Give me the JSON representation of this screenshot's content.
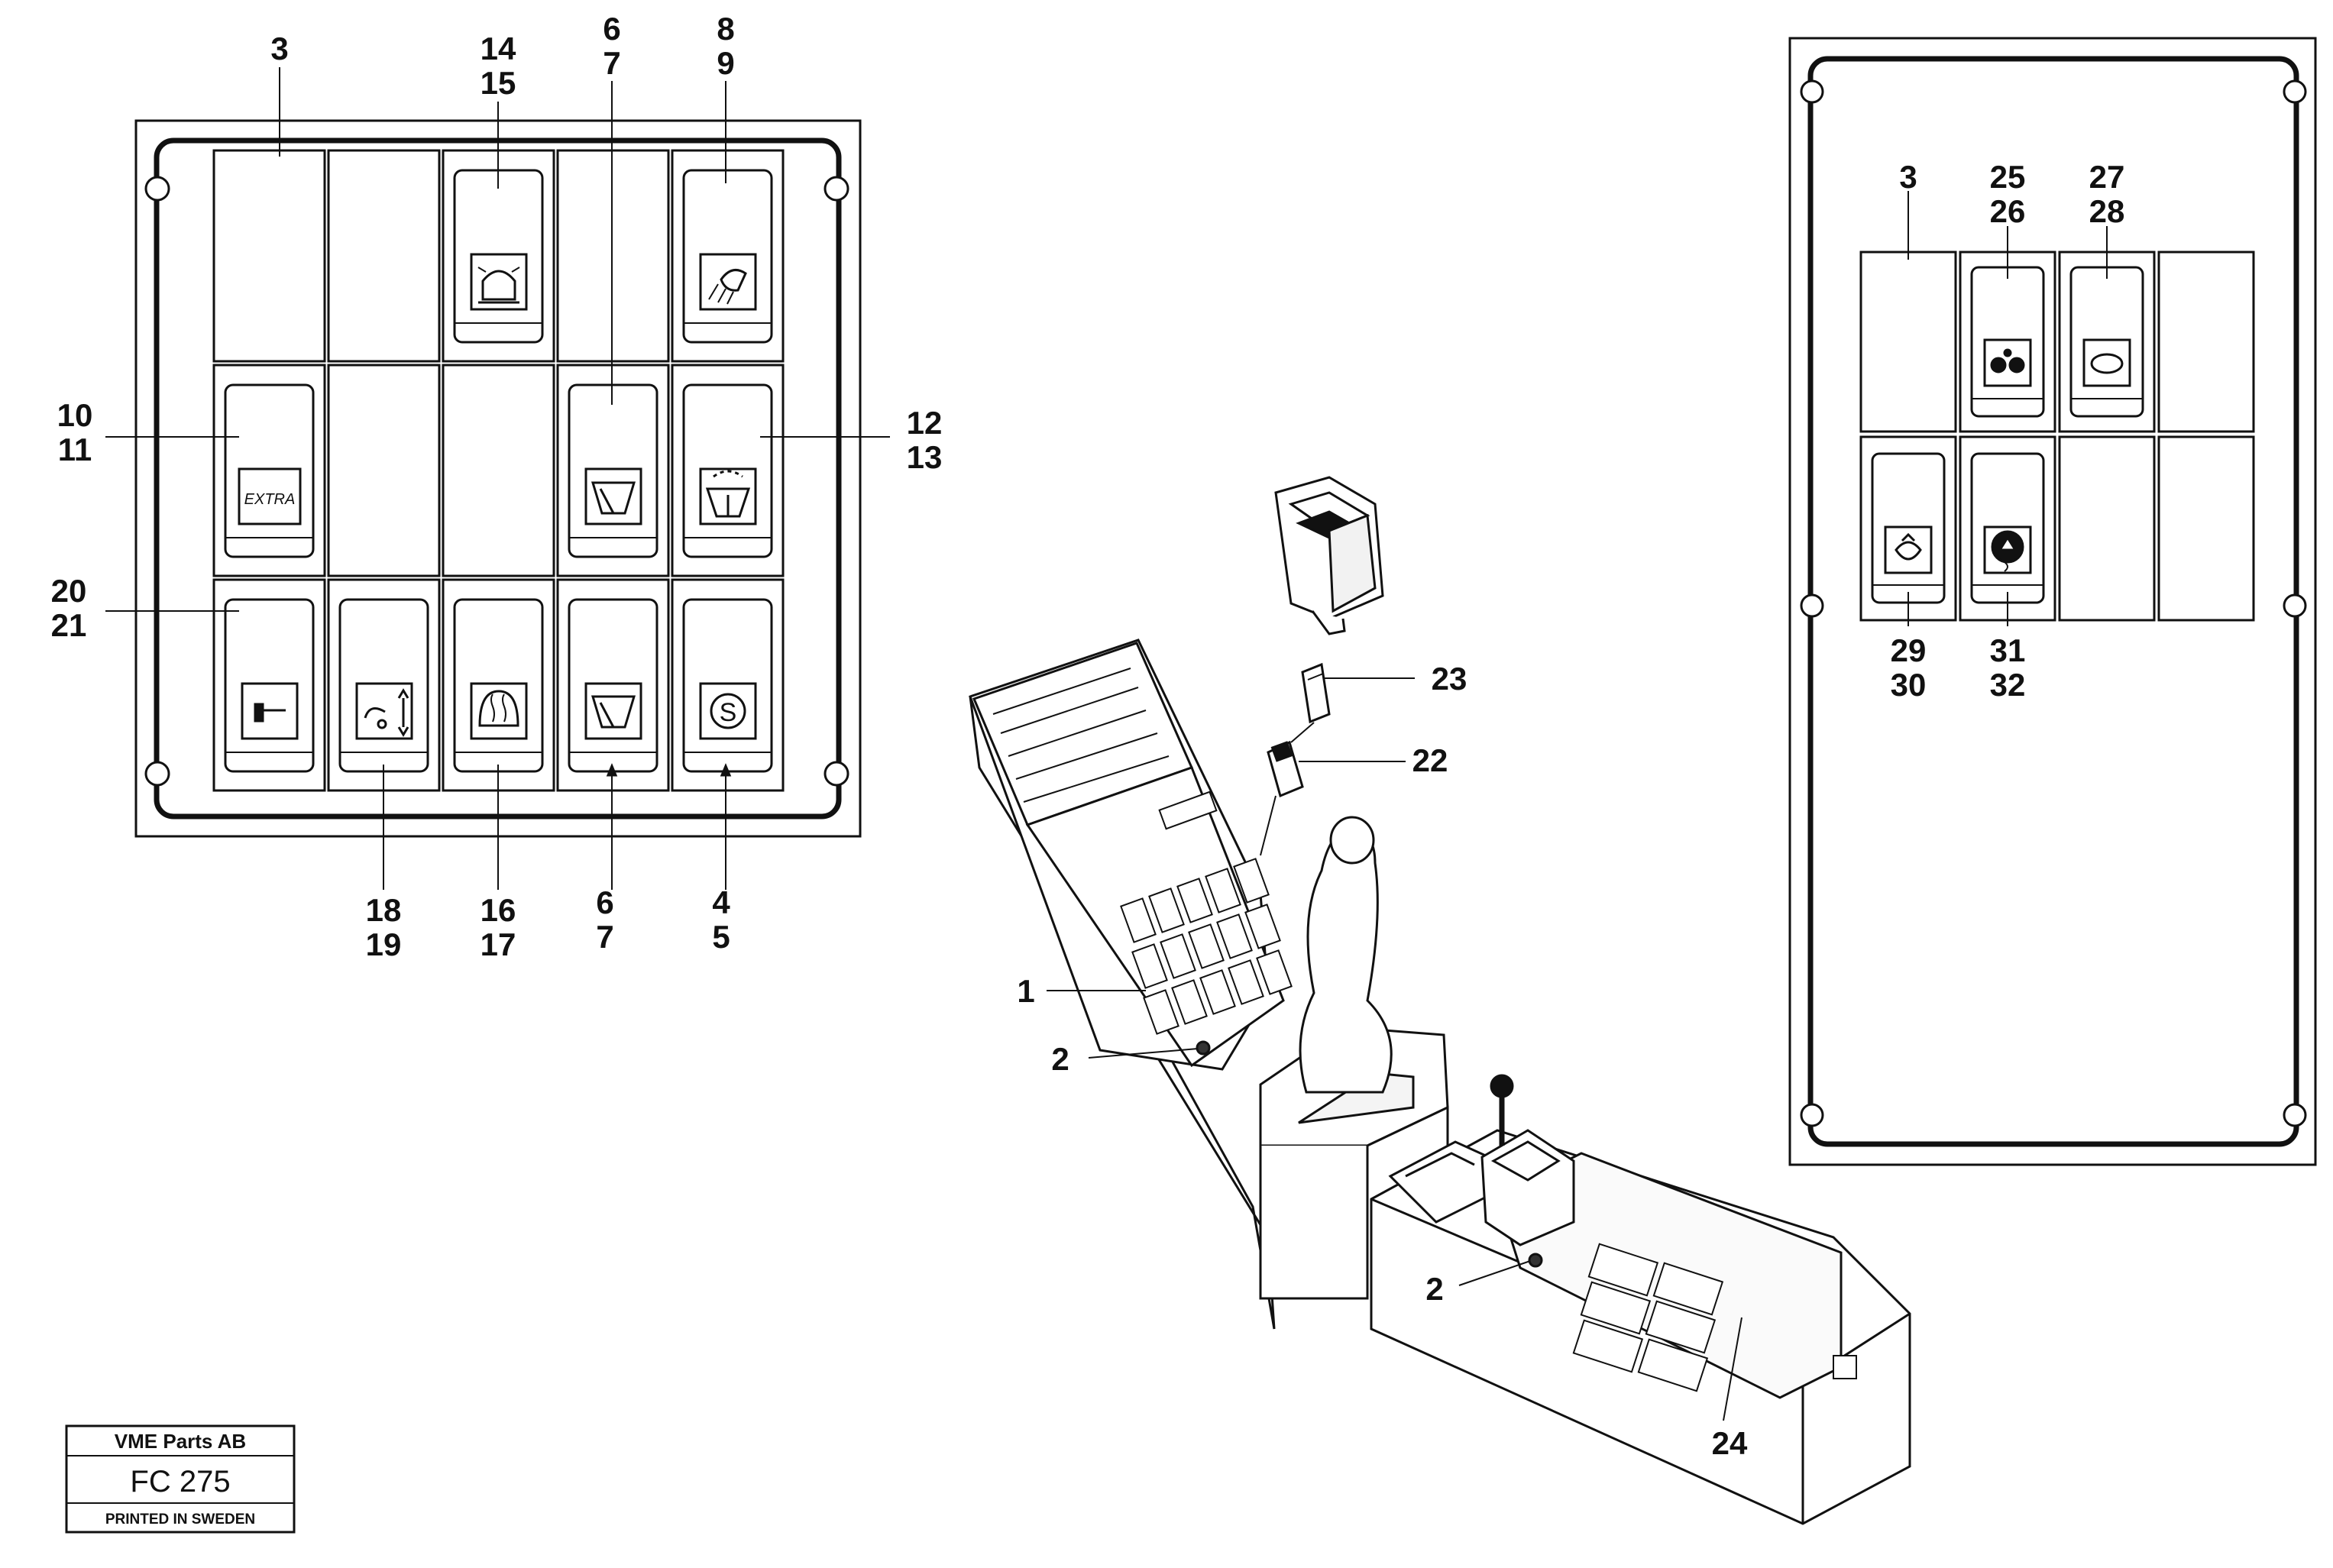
{
  "title_block": {
    "company": "VME Parts AB",
    "code": "FC 275",
    "printed": "PRINTED IN SWEDEN"
  },
  "switch_labels": {
    "extra": "EXTRA"
  },
  "callouts": {
    "c3_left": "3",
    "c14": "14",
    "c15": "15",
    "c6_top": "6",
    "c7_top": "7",
    "c8": "8",
    "c9": "9",
    "c10": "10",
    "c11": "11",
    "c12": "12",
    "c13": "13",
    "c20": "20",
    "c21": "21",
    "c18": "18",
    "c19": "19",
    "c16": "16",
    "c17": "17",
    "c6_bottom": "6",
    "c7_bottom": "7",
    "c4": "4",
    "c5": "5",
    "c3_right": "3",
    "c25": "25",
    "c26": "26",
    "c27": "27",
    "c28": "28",
    "c29": "29",
    "c30": "30",
    "c31": "31",
    "c32": "32",
    "c23": "23",
    "c22": "22",
    "c1": "1",
    "c2_upper": "2",
    "c2_lower": "2",
    "c24": "24"
  }
}
